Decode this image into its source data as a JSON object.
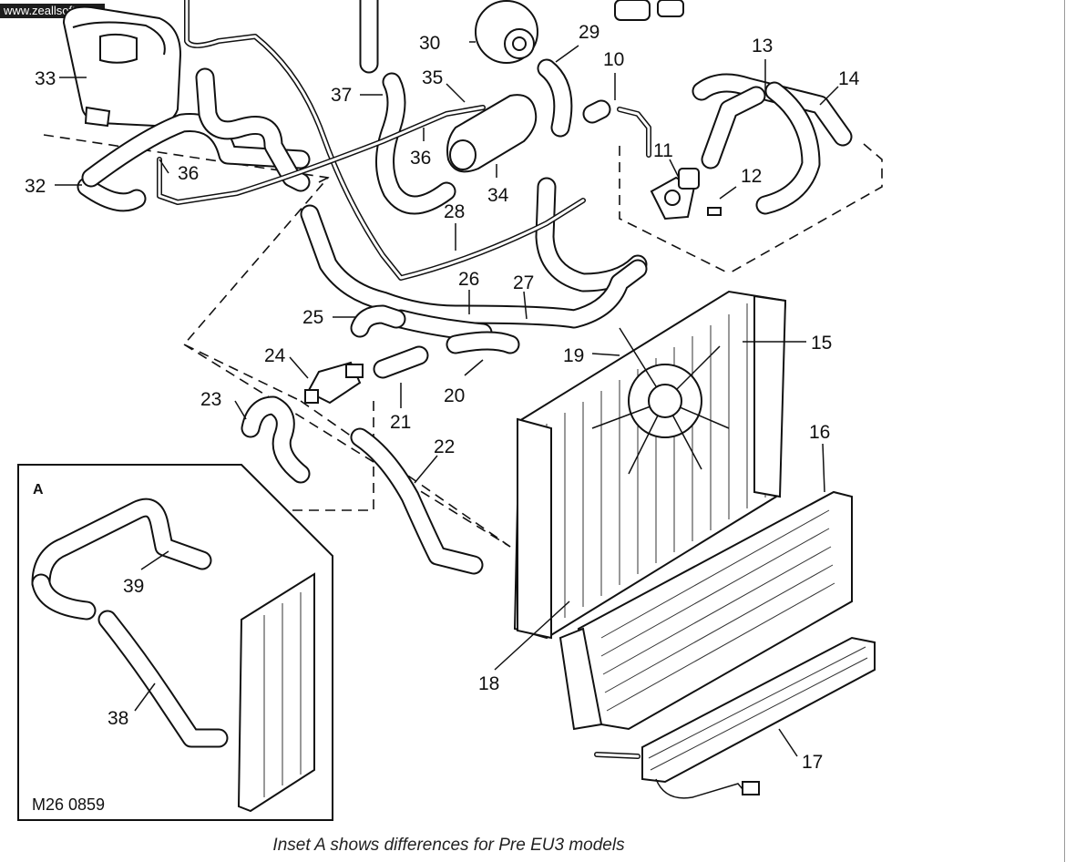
{
  "watermark": "www.zeallsoft.com",
  "inset": {
    "letter": "A",
    "code": "M26 0859"
  },
  "caption": "Inset A shows differences for Pre EU3 models",
  "callouts": [
    "10",
    "11",
    "12",
    "13",
    "14",
    "15",
    "16",
    "17",
    "18",
    "19",
    "20",
    "21",
    "22",
    "23",
    "24",
    "25",
    "26",
    "27",
    "28",
    "29",
    "30",
    "32",
    "33",
    "34",
    "35",
    "36",
    "36",
    "37",
    "38",
    "39"
  ]
}
